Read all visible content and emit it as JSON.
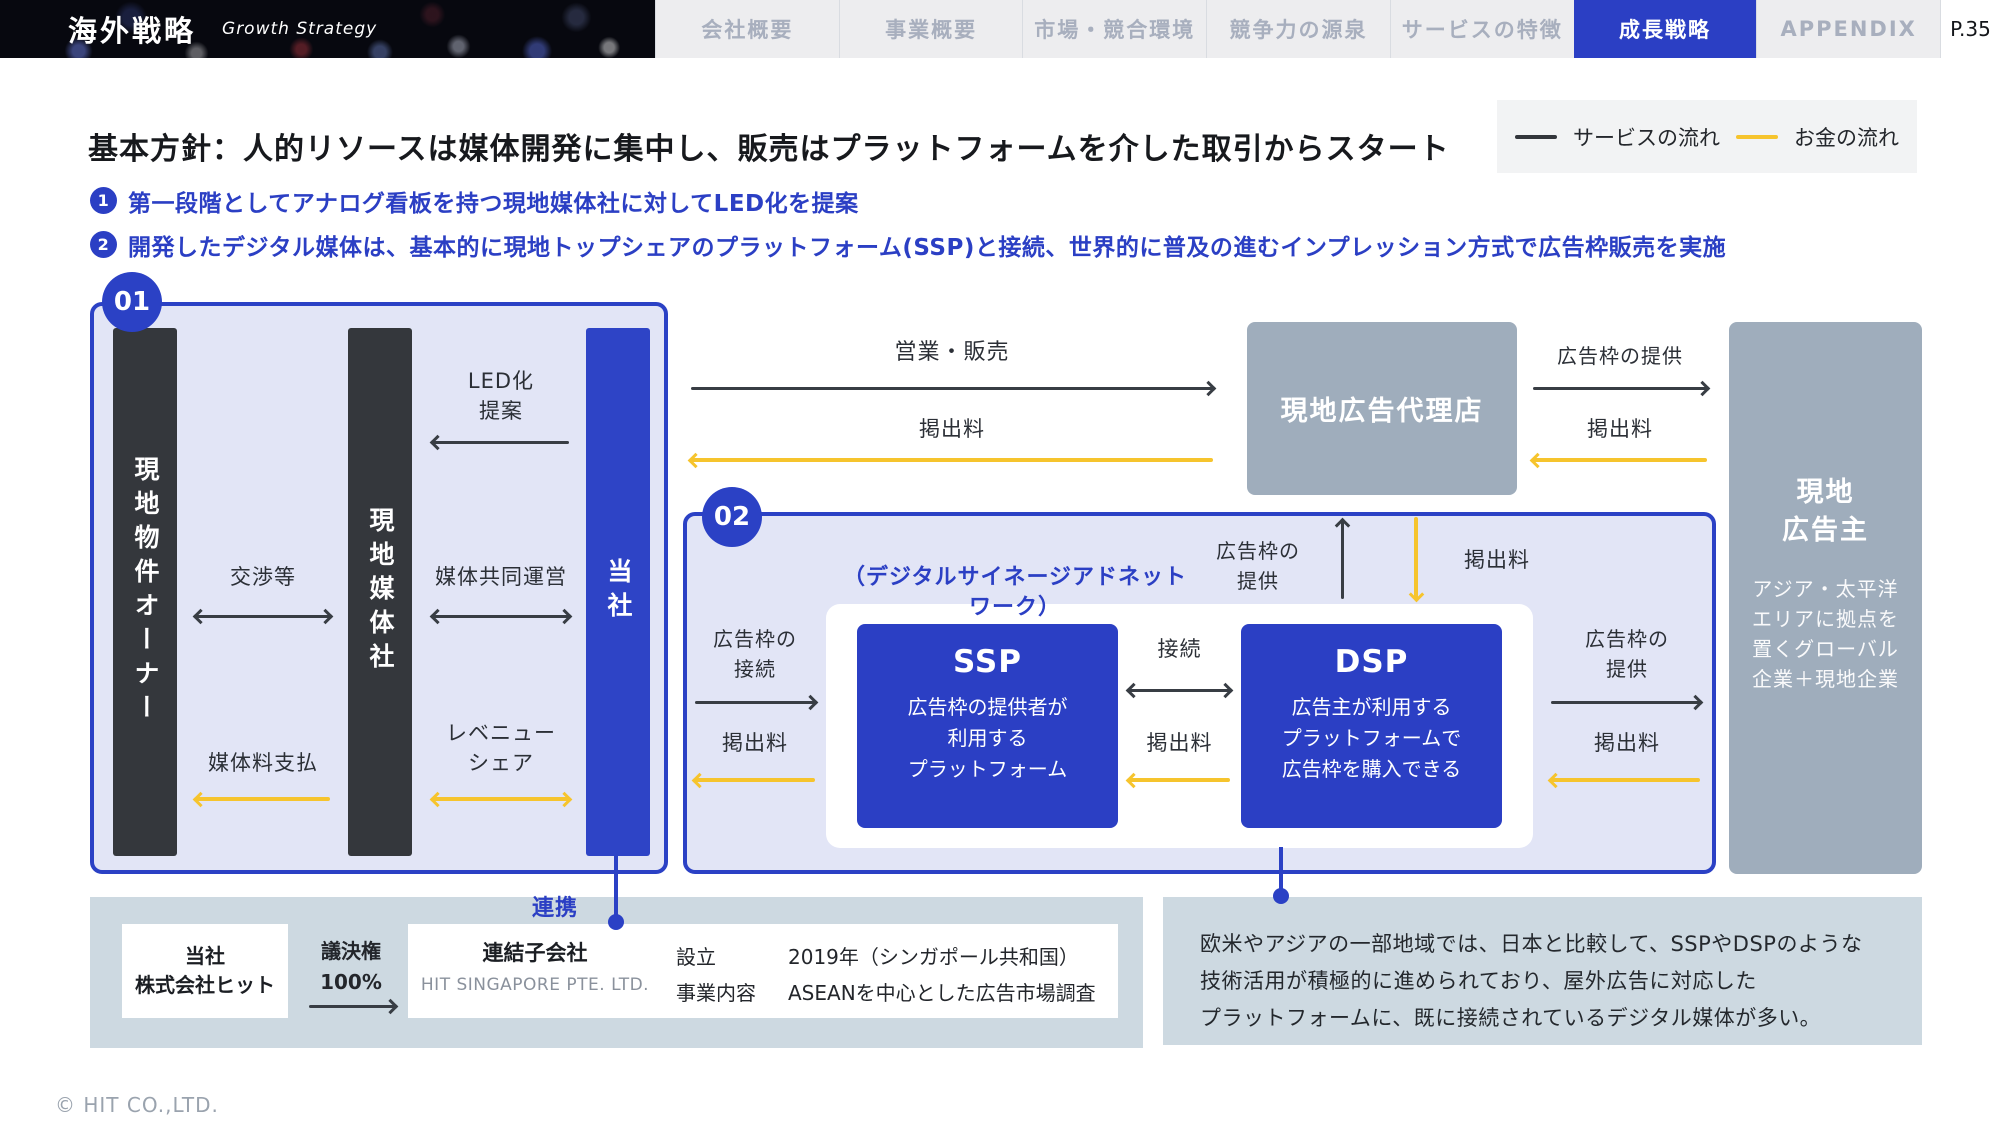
{
  "header": {
    "brand_jp": "海外戦略",
    "brand_en": "Growth Strategy",
    "tabs": [
      {
        "label": "会社概要"
      },
      {
        "label": "事業概要"
      },
      {
        "label": "市場・競合環境"
      },
      {
        "label": "競争力の源泉"
      },
      {
        "label": "サービスの特徴"
      },
      {
        "label": "成長戦略",
        "active": true
      },
      {
        "label": "APPENDIX"
      }
    ],
    "page": "P.35"
  },
  "legend": {
    "service_flow": "サービスの流れ",
    "money_flow": "お金の流れ"
  },
  "main": {
    "title": "基本方針：人的リソースは媒体開発に集中し、販売はプラットフォームを介した取引からスタート",
    "bullets": [
      {
        "num": "1",
        "text": "第一段階としてアナログ看板を持つ現地媒体社に対してLED化を提案"
      },
      {
        "num": "2",
        "text": "開発したデジタル媒体は、基本的に現地トップシェアのプラットフォーム(SSP)と接続、世界的に普及の進むインプレッション方式で広告枠販売を実施"
      }
    ]
  },
  "diagram": {
    "badge_01": "01",
    "badge_02": "02",
    "bar_owner": "現地物件オーナー",
    "bar_media": "現地媒体社",
    "bar_us": "当社",
    "lbl_nego": "交渉等",
    "lbl_led": "LED化\n提案",
    "lbl_joint": "媒体共同運営",
    "lbl_rev": "レベニュー\nシェア",
    "lbl_media_fee": "媒体料支払",
    "lbl_sales": "営業・販売",
    "lbl_fee": "掲出料",
    "lbl_provide": "広告枠の提供",
    "lbl_provide_2l": "広告枠の\n提供",
    "lbl_connect_2l": "広告枠の\n接続",
    "lbl_connect": "接続",
    "agency": "現地広告代理店",
    "advertiser_title": "現地\n広告主",
    "advertiser_desc": "アジア・太平洋\nエリアに拠点を\n置くグローバル\n企業＋現地企業",
    "adnetwork": "（デジタルサイネージアドネットワーク）",
    "ssp_title": "SSP",
    "ssp_desc": "広告枠の提供者が\n利用する\nプラットフォーム",
    "dsp_title": "DSP",
    "dsp_desc": "広告主が利用する\nプラットフォームで\n広告枠を購入できる"
  },
  "bottom": {
    "renkei": "連携",
    "company": "当社\n株式会社ヒット",
    "voting": "議決権\n100%",
    "sub_name": "連結子会社",
    "sub_name_en": "HIT SINGAPORE PTE. LTD.",
    "k1": "設立",
    "v1": "2019年（シンガポール共和国）",
    "k2": "事業内容",
    "v2": "ASEANを中心とした広告市場調査",
    "note": "欧米やアジアの一部地域では、日本と比較して、SSPやDSPのような\n技術活用が積極的に進められており、屋外広告に対応した\nプラットフォームに、既に接続されているデジタル媒体が多い。"
  },
  "footer": {
    "copyright": "© HIT CO.,LTD."
  },
  "colors": {
    "accent_blue": "#2b3fc4",
    "frame_blue": "#2b41c5",
    "flow_yellow": "#f6c42d",
    "dark_bar": "#34373c",
    "gray_box": "#9fadbc",
    "panel_blue_gray": "#cdd9e1",
    "frame_fill_lavender": "#e2e5f6",
    "inactive_tab_bg": "#ededef"
  }
}
